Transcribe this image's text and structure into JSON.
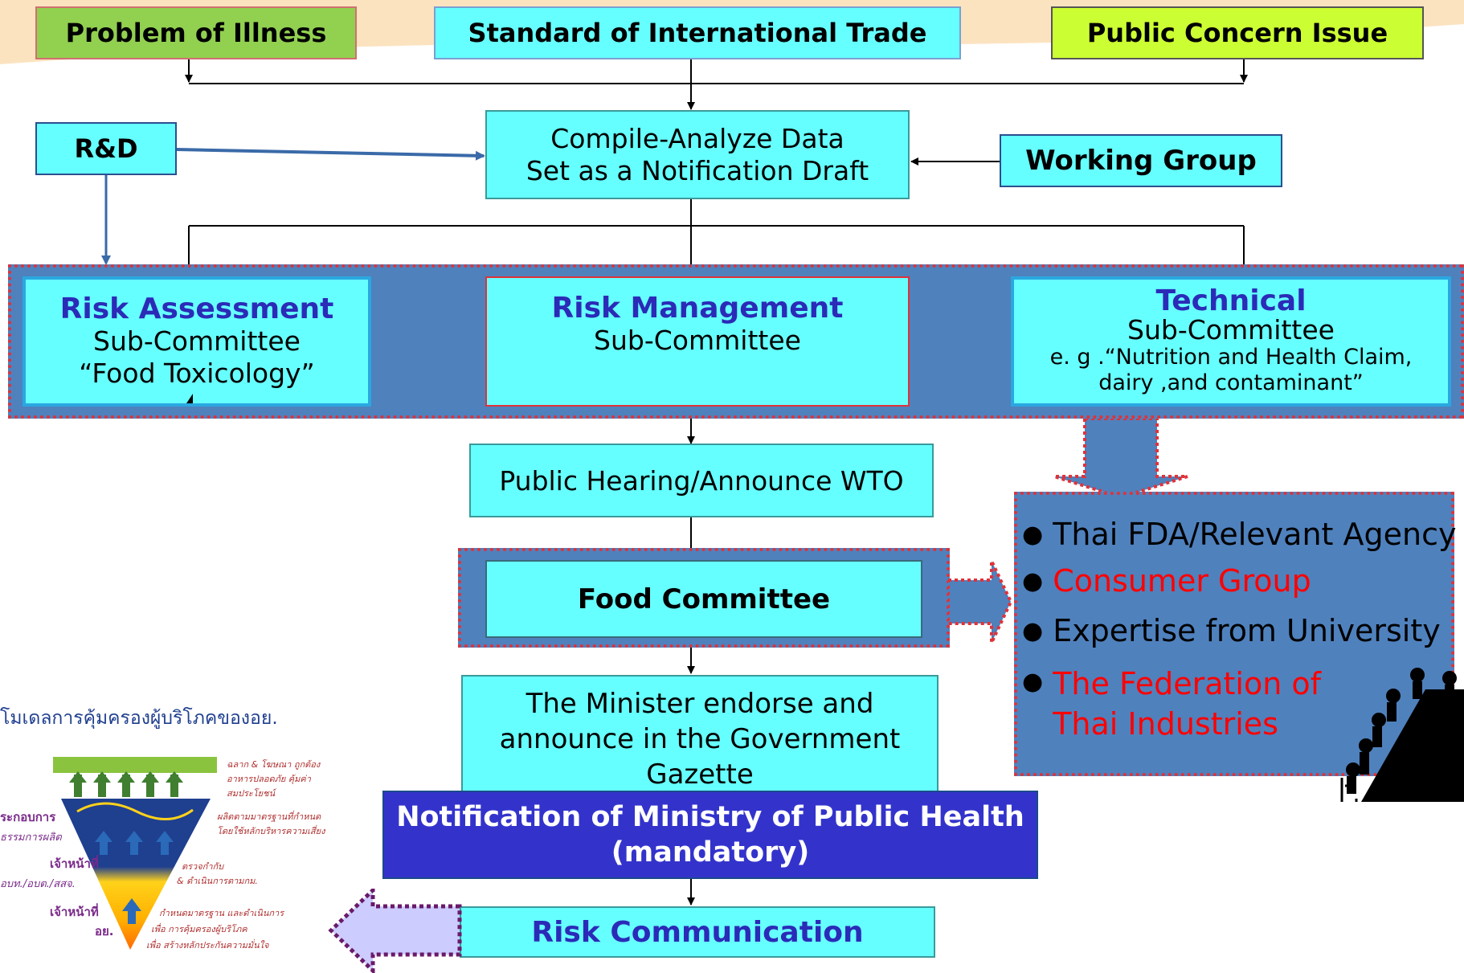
{
  "top_boxes": {
    "illness": "Problem of Illness",
    "trade": "Standard of International Trade",
    "public_concern": "Public Concern Issue"
  },
  "rnd": "R&D",
  "compile": {
    "line1": "Compile-Analyze Data",
    "line2": "Set as a Notification Draft"
  },
  "working_group": "Working Group",
  "risk_assessment": {
    "title": "Risk Assessment",
    "line1": "Sub-Committee",
    "line2": "“Food Toxicology”"
  },
  "risk_management": {
    "title": "Risk Management",
    "line1": "Sub-Committee"
  },
  "technical": {
    "title": "Technical",
    "line1": "Sub-Committee",
    "line2": "e. g .“Nutrition and Health Claim,",
    "line3": "dairy ,and contaminant”"
  },
  "public_hearing": "Public Hearing/Announce WTO",
  "food_committee": "Food Committee",
  "stakeholders": [
    {
      "text": "Thai FDA/Relevant Agency",
      "color": "#000000"
    },
    {
      "text": "Consumer Group",
      "color": "#ff0000"
    },
    {
      "text": "Expertise from University",
      "color": "#000000"
    },
    {
      "text": "The Federation of",
      "text2": "Thai Industries",
      "color": "#ff0000"
    }
  ],
  "minister": {
    "line1": "The Minister endorse and",
    "line2": "announce in the Government",
    "line3": "Gazette"
  },
  "notification": {
    "line1": "Notification of Ministry of Public Health",
    "line2": "(mandatory)"
  },
  "risk_communication": "Risk Communication",
  "thai_model": {
    "title": "โมเดลการคุ้มครองผู้บริโภคของอย.",
    "right_1": "ฉลาก & โฆษณา ถูกต้อง",
    "right_2": "อาหารปลอดภัย คุ้มค่า",
    "right_3": "สมประโยชน์",
    "right_4": "ผลิตตามมาตรฐานที่กำหนด",
    "right_5": "โดยใช้หลักบริหารความเสี่ยง",
    "right_6": "ตรวจกำกับ",
    "right_7": "& ดำเนินการตามกม.",
    "right_8": "กำหนดมาตรฐาน และดำเนินการ",
    "right_9": "เพื่อ การคุ้มครองผู้บริโภค",
    "right_10": "เพื่อ สร้างหลักประกันความมั่นใจ",
    "left_1": "ระกอบการ",
    "left_2": "ธรรมการผลิต",
    "left_3": "เจ้าหน้าที่",
    "left_4": "อบท./อบต./สสจ.",
    "left_5": "เจ้าหน้าที่",
    "left_6": "อย."
  },
  "colors": {
    "cyan": "#66ffff",
    "band_blue": "#4f81bd",
    "title_blue": "#2b2bb8",
    "notification_bg": "#3333cc",
    "illness_bg": "#92d050",
    "public_concern_bg": "#ccff33",
    "dotted_red": "#e0323a"
  }
}
